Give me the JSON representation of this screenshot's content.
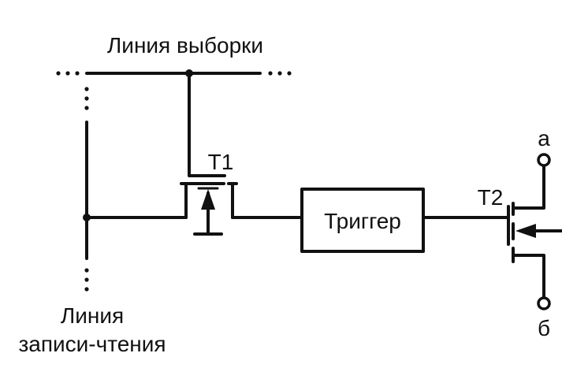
{
  "labels": {
    "selection_line": "Линия выборки",
    "rw_line_1": "Линия",
    "rw_line_2": "записи-чтения",
    "t1": "T1",
    "t2": "T2",
    "trigger": "Триггер",
    "terminal_a": "а",
    "terminal_b": "б"
  },
  "colors": {
    "ink": "#111111",
    "background": "#ffffff"
  }
}
